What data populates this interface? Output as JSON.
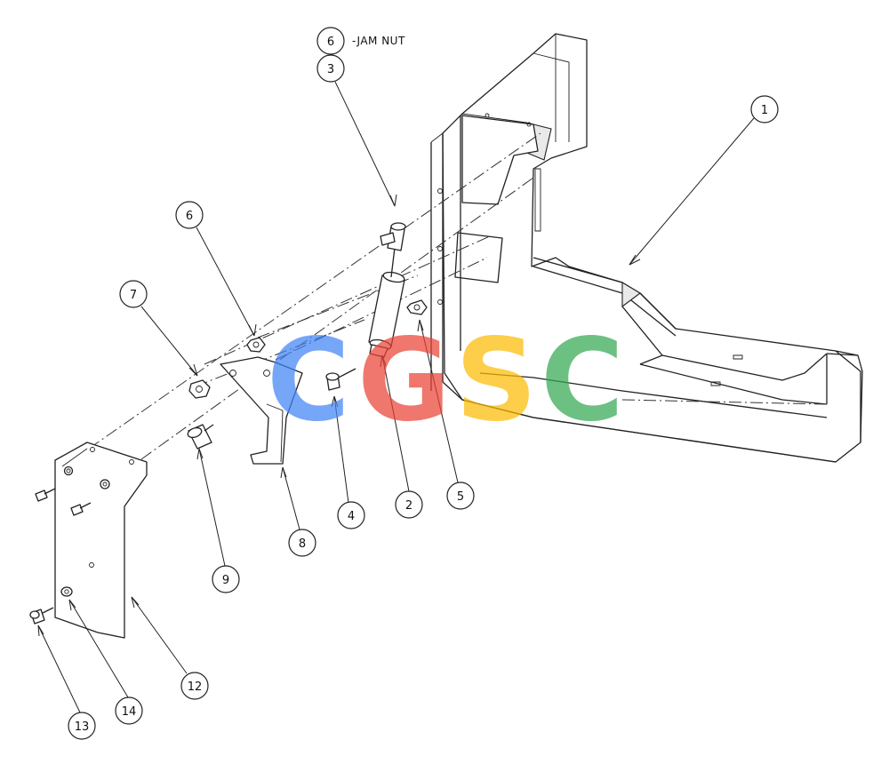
{
  "callouts": [
    {
      "id": "c1",
      "label": "1"
    },
    {
      "id": "c2",
      "label": "2"
    },
    {
      "id": "c3",
      "label": "3"
    },
    {
      "id": "c4",
      "label": "4"
    },
    {
      "id": "c5",
      "label": "5"
    },
    {
      "id": "c6a",
      "label": "6"
    },
    {
      "id": "c6b",
      "label": "6"
    },
    {
      "id": "c7",
      "label": "7"
    },
    {
      "id": "c8",
      "label": "8"
    },
    {
      "id": "c9",
      "label": "9"
    },
    {
      "id": "c12",
      "label": "12"
    },
    {
      "id": "c13",
      "label": "13"
    },
    {
      "id": "c14",
      "label": "14"
    }
  ],
  "note_6": "-JAM NUT",
  "watermark": {
    "letters": [
      "C",
      "G",
      "S",
      "C"
    ],
    "colors": [
      "#4285f4",
      "#ea4335",
      "#fbbc05",
      "#34a853"
    ]
  }
}
